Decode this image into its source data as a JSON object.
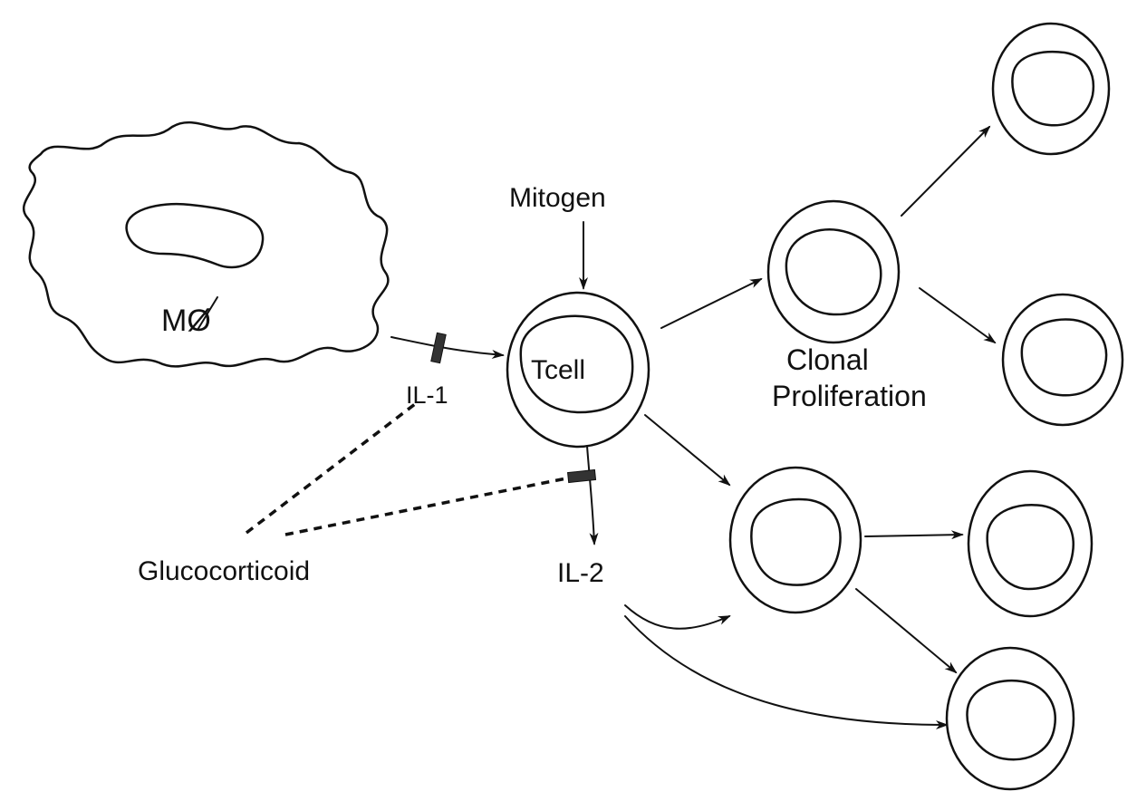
{
  "labels": {
    "macrophage": "MØ",
    "mitogen": "Mitogen",
    "tcell": "Tcell",
    "il1": "IL-1",
    "il2": "IL-2",
    "glucocorticoid": "Glucocorticoid",
    "clonal_line1": "Clonal",
    "clonal_line2": "Proliferation"
  },
  "colors": {
    "ink": "#111111",
    "block": "#333333",
    "background": "#ffffff"
  }
}
